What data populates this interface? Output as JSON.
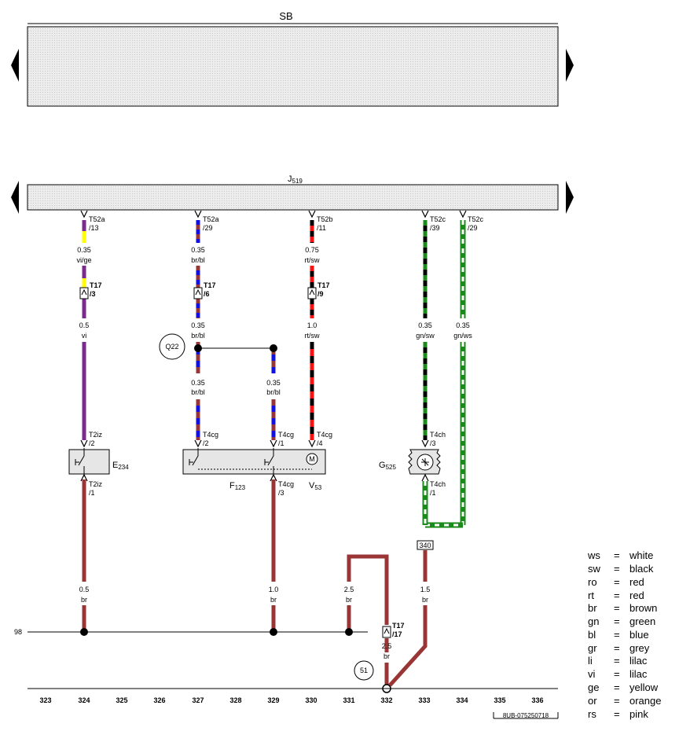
{
  "modules": {
    "sb": {
      "label": "SB"
    },
    "j519": {
      "label": "J",
      "sub": "519"
    }
  },
  "connectors": {
    "c1": {
      "name": "T52a",
      "pin": "/13"
    },
    "c2": {
      "name": "T52a",
      "pin": "/29"
    },
    "c3": {
      "name": "T52b",
      "pin": "/11"
    },
    "c4": {
      "name": "T52c",
      "pin": "/39"
    },
    "c5": {
      "name": "T52c",
      "pin": "/29"
    },
    "t17a": {
      "name": "T17",
      "pin": "/3"
    },
    "t17b": {
      "name": "T17",
      "pin": "/6"
    },
    "t17c": {
      "name": "T17",
      "pin": "/9"
    },
    "t17d": {
      "name": "T17",
      "pin": "/17"
    },
    "t2iz_top": {
      "name": "T2iz",
      "pin": "/2"
    },
    "t2iz_bot": {
      "name": "T2iz",
      "pin": "/1"
    },
    "t4cg_2": {
      "name": "T4cg",
      "pin": "/2"
    },
    "t4cg_1": {
      "name": "T4cg",
      "pin": "/1"
    },
    "t4cg_4": {
      "name": "T4cg",
      "pin": "/4"
    },
    "t4cg_3": {
      "name": "T4cg",
      "pin": "/3"
    },
    "t4ch_3": {
      "name": "T4ch",
      "pin": "/3"
    },
    "t4ch_1": {
      "name": "T4ch",
      "pin": "/1"
    }
  },
  "wires": {
    "w1": {
      "size": "0.35",
      "color": "vi/ge"
    },
    "w2": {
      "size": "0.35",
      "color": "br/bl"
    },
    "w3": {
      "size": "0.75",
      "color": "rt/sw"
    },
    "w4": {
      "size": "0.5",
      "color": "vi"
    },
    "w5": {
      "size": "0.35",
      "color": "br/bl"
    },
    "w6": {
      "size": "1.0",
      "color": "rt/sw"
    },
    "w7": {
      "size": "0.35",
      "color": "gn/sw"
    },
    "w8": {
      "size": "0.35",
      "color": "gn/ws"
    },
    "w9": {
      "size": "0.35",
      "color": "br/bl"
    },
    "w10": {
      "size": "0.35",
      "color": "br/bl"
    },
    "w11": {
      "size": "0.5",
      "color": "br"
    },
    "w12": {
      "size": "1.0",
      "color": "br"
    },
    "w13": {
      "size": "2.5",
      "color": "br"
    },
    "w14": {
      "size": "1.5",
      "color": "br"
    },
    "w15": {
      "size": "2.5",
      "color": "br"
    }
  },
  "components": {
    "e234": {
      "label": "E",
      "sub": "234"
    },
    "f123": {
      "label": "F",
      "sub": "123"
    },
    "v53": {
      "label": "V",
      "sub": "53"
    },
    "g525": {
      "label": "G",
      "sub": "525"
    },
    "motor_symbol": "M",
    "q22": "Q22",
    "ground51": "51",
    "ref340": "340",
    "line98": "98"
  },
  "ruler": [
    "323",
    "324",
    "325",
    "326",
    "327",
    "328",
    "329",
    "330",
    "331",
    "332",
    "333",
    "334",
    "335",
    "336"
  ],
  "doc_code": "8UB-075250718",
  "legend": [
    {
      "abbr": "ws",
      "eq": "=",
      "meaning": "white"
    },
    {
      "abbr": "sw",
      "eq": "=",
      "meaning": "black"
    },
    {
      "abbr": "ro",
      "eq": "=",
      "meaning": "red"
    },
    {
      "abbr": "rt",
      "eq": "=",
      "meaning": "red"
    },
    {
      "abbr": "br",
      "eq": "=",
      "meaning": "brown"
    },
    {
      "abbr": "gn",
      "eq": "=",
      "meaning": "green"
    },
    {
      "abbr": "bl",
      "eq": "=",
      "meaning": "blue"
    },
    {
      "abbr": "gr",
      "eq": "=",
      "meaning": "grey"
    },
    {
      "abbr": "li",
      "eq": "=",
      "meaning": "lilac"
    },
    {
      "abbr": "vi",
      "eq": "=",
      "meaning": "lilac"
    },
    {
      "abbr": "ge",
      "eq": "=",
      "meaning": "yellow"
    },
    {
      "abbr": "or",
      "eq": "=",
      "meaning": "orange"
    },
    {
      "abbr": "rs",
      "eq": "=",
      "meaning": "pink"
    }
  ],
  "colors": {
    "violet": "#7b2a8e",
    "yellow": "#ffff00",
    "brown": "#9a3535",
    "blue": "#1010e0",
    "red": "#ff1010",
    "black": "#000000",
    "green": "#1a8a1a",
    "white": "#ffffff",
    "box_fill": "#e6e6e6"
  }
}
